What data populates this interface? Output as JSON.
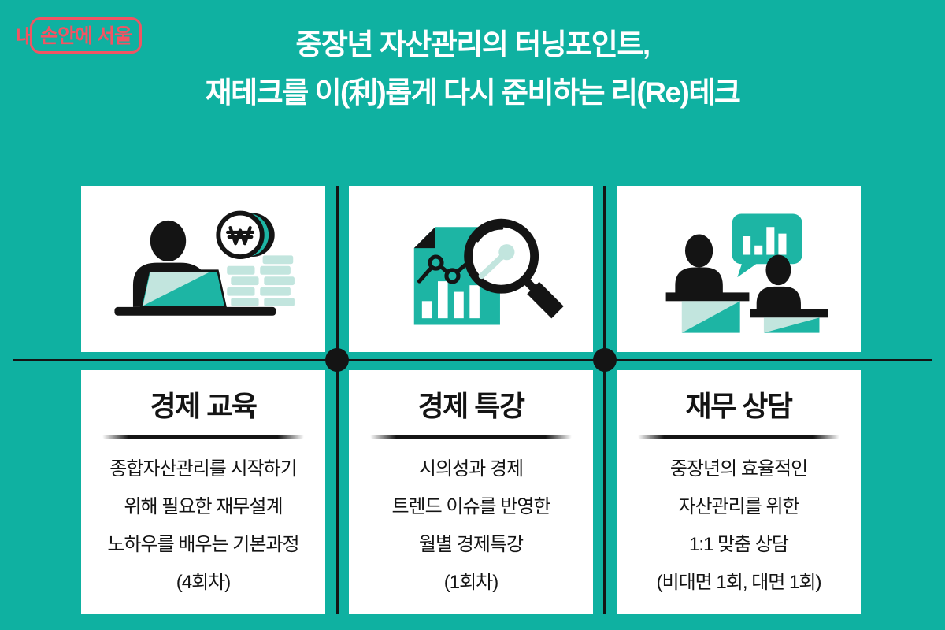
{
  "logo": {
    "prefix": "내",
    "boxed": "손안에 서울",
    "color": "#F25463"
  },
  "title": {
    "line1": "중장년 자산관리의 터닝포인트,",
    "line2": "재테크를 이(利)롭게 다시 준비하는 리(Re)테크"
  },
  "cards": [
    {
      "icon": "person-laptop-won-icon",
      "title": "경제 교육",
      "body_lines": [
        "종합자산관리를 시작하기",
        "위해 필요한 재무설계",
        "노하우를 배우는 기본과정",
        "(4회차)"
      ]
    },
    {
      "icon": "document-chart-magnifier-icon",
      "title": "경제 특강",
      "body_lines": [
        "시의성과 경제",
        "트렌드 이슈를 반영한",
        "월별 경제특강",
        "(1회차)"
      ]
    },
    {
      "icon": "consultation-podiums-icon",
      "title": "재무 상담",
      "body_lines": [
        "중장년의 효율적인",
        "자산관리를 위한",
        "1:1 맞춤 상담",
        "(비대면 1회, 대면 1회)"
      ]
    }
  ],
  "colors": {
    "background_teal": "#0FB1A1",
    "icon_teal": "#1DB5A4",
    "icon_teal_light": "#C2E5DE",
    "ink_black": "#141414",
    "logo_red": "#F25463",
    "card_white": "#FFFFFF",
    "headline_white": "#FFFFFF"
  }
}
